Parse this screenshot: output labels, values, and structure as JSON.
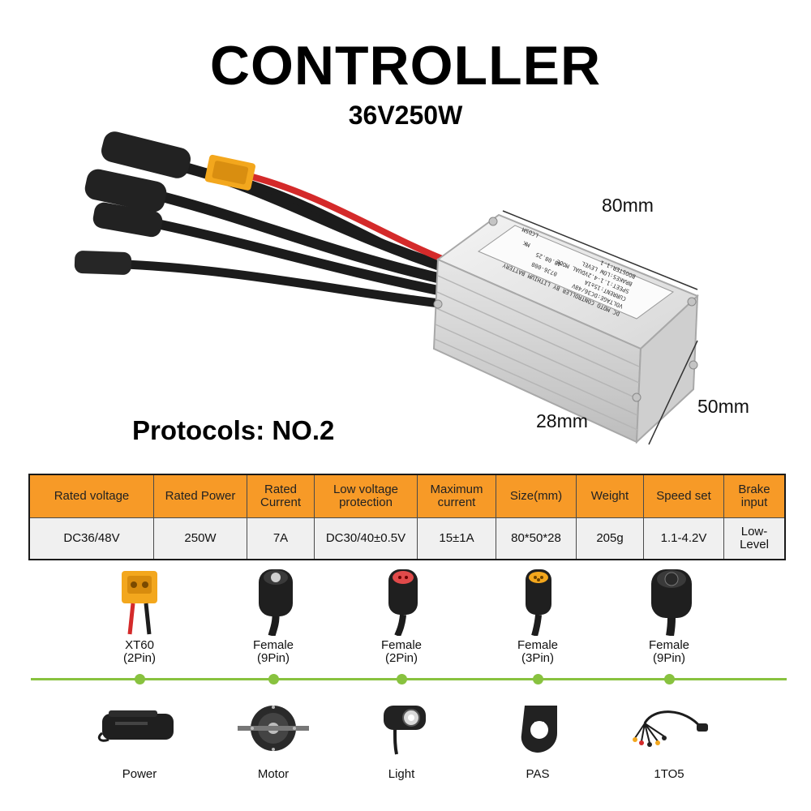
{
  "header": {
    "title": "CONTROLLER",
    "subtitle": "36V250W"
  },
  "dimensions": {
    "length": "80mm",
    "height": "50mm",
    "depth": "28mm"
  },
  "protocols": "Protocols: NO.2",
  "label_text": [
    "DC MOTO CONTROLLER BY LITHIUM BATTERY",
    "VOLTAGE:DC36/48V",
    "CURRENT:15±1A",
    "SPEET:1.1-4.2VDUAL MODE",
    "BRAKES:LOW LEVEL",
    "BOOSTER:1.1",
    "07J6-008",
    "48.08.25",
    "MK",
    "LCD5M"
  ],
  "spec_table": {
    "headers": [
      "Rated voltage",
      "Rated Power",
      "Rated\nCurrent",
      "Low voltage\nprotection",
      "Maximum\ncurrent",
      "Size(mm)",
      "Weight",
      "Speed set",
      "Brake input"
    ],
    "values": [
      "DC36/48V",
      "250W",
      "7A",
      "DC30/40±0.5V",
      "15±1A",
      "80*50*28",
      "205g",
      "1.1-4.2V",
      "Low-Level"
    ]
  },
  "connectors": [
    {
      "name": "XT60",
      "pins": "(2Pin)",
      "icon": "xt60-connector-icon"
    },
    {
      "name": "Female",
      "pins": "(9Pin)",
      "icon": "female-9pin-connector-icon"
    },
    {
      "name": "Female",
      "pins": "(2Pin)",
      "icon": "female-2pin-connector-icon"
    },
    {
      "name": "Female",
      "pins": "(3Pin)",
      "icon": "female-3pin-connector-icon"
    },
    {
      "name": "Female",
      "pins": "(9Pin)",
      "icon": "female-9pin-large-connector-icon"
    }
  ],
  "devices": [
    {
      "label": "Power",
      "icon": "battery-icon"
    },
    {
      "label": "Motor",
      "icon": "hub-motor-icon"
    },
    {
      "label": "Light",
      "icon": "headlight-icon"
    },
    {
      "label": "PAS",
      "icon": "pas-sensor-icon"
    },
    {
      "label": "1TO5",
      "icon": "1to5-cable-icon"
    }
  ],
  "colors": {
    "accent_orange": "#f79a27",
    "timeline_green": "#88c23f",
    "cable_red": "#d42a2a",
    "connector_yellow": "#f3a71d"
  }
}
